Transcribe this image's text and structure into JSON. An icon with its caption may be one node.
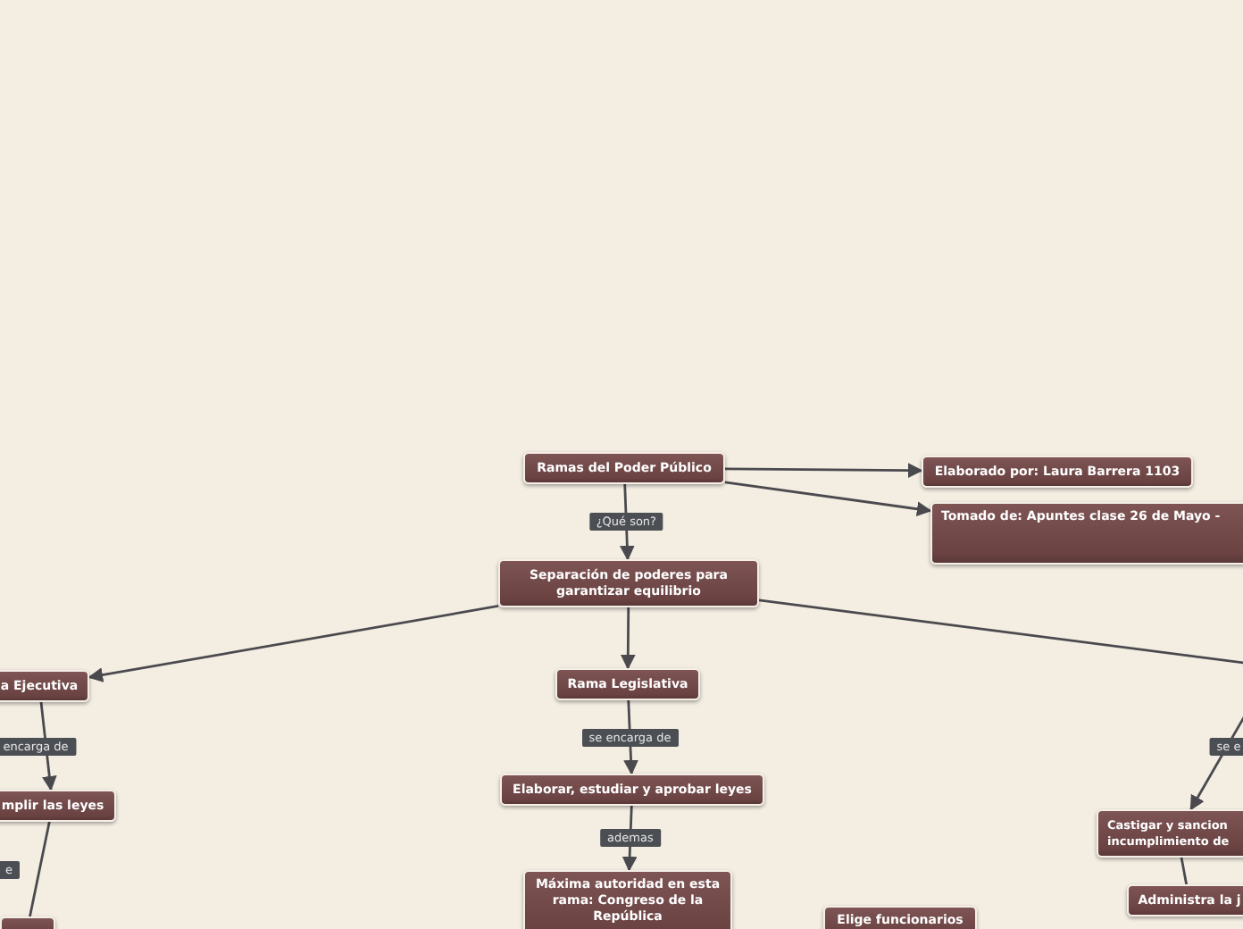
{
  "diagram": {
    "nodes": [
      {
        "text": [
          "Ramas del Poder Público"
        ]
      },
      {
        "text": [
          "Elaborado por: Laura Barrera 1103"
        ]
      },
      {
        "text": [
          "Tomado de: Apuntes clase 26 de Mayo -"
        ]
      },
      {
        "text": [
          "Separación de poderes para garantizar equilibrio"
        ]
      },
      {
        "text": [
          "a Ejecutiva"
        ]
      },
      {
        "text": [
          "mplir las leyes"
        ]
      },
      {
        "text": [
          "Rama Legislativa"
        ]
      },
      {
        "text": [
          "Elaborar, estudiar y aprobar leyes"
        ]
      },
      {
        "text": [
          "Máxima autoridad en esta rama: Congreso de la República"
        ]
      },
      {
        "text": [
          "Elige funcionarios"
        ]
      },
      {
        "text": [
          "Castigar y sancion incumplimiento de"
        ]
      },
      {
        "text": [
          "Administra la j"
        ]
      },
      {
        "text": [],
        "shape": "box"
      }
    ],
    "edges": [
      {
        "from": 0,
        "to": 1,
        "arrow": "to"
      },
      {
        "from": 0,
        "to": 2,
        "arrow": "to"
      },
      {
        "from": 0,
        "to": 3,
        "arrow": "to",
        "label": "¿Qué son?"
      },
      {
        "from": 3,
        "to": 4,
        "arrow": "to"
      },
      {
        "from": 3,
        "to": 6,
        "arrow": "to"
      },
      {
        "from": 3,
        "to": null,
        "arrow": "none"
      },
      {
        "from": 4,
        "to": 5,
        "arrow": "to",
        "label": "encarga de"
      },
      {
        "from": 6,
        "to": 7,
        "arrow": "to",
        "label": "se encarga de"
      },
      {
        "from": 7,
        "to": 8,
        "arrow": "to",
        "label": "ademas"
      },
      {
        "from": null,
        "to": 10,
        "arrow": "to",
        "label": "se e"
      },
      {
        "from": 5,
        "to": 12,
        "arrow": "none",
        "label": "e"
      },
      {
        "from": 10,
        "to": 11,
        "arrow": "none"
      }
    ]
  }
}
